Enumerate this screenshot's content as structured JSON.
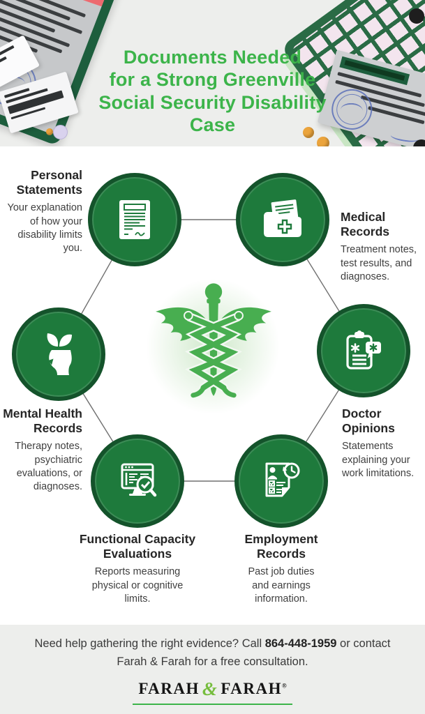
{
  "header": {
    "title": "Documents Needed\nfor a Strong Greenville\nSocial Security Disability\nCase",
    "decorations": [
      "clipboard-documents",
      "receipts",
      "pills",
      "keyboard",
      "stamped-document",
      "coins"
    ]
  },
  "center": {
    "icon": "caduceus-icon"
  },
  "items": [
    {
      "title": "Personal\nStatements",
      "description": "Your explanation\nof how your\ndisability limits\nyou.",
      "icon": "document-signature-icon"
    },
    {
      "title": "Medical\nRecords",
      "description": "Treatment notes,\ntest results, and\ndiagnoses.",
      "icon": "medical-folder-icon"
    },
    {
      "title": "Mental Health\nRecords",
      "description": "Therapy notes,\npsychiatric\nevaluations, or\ndiagnoses.",
      "icon": "mental-health-head-icon"
    },
    {
      "title": "Doctor\nOpinions",
      "description": "Statements\nexplaining your\nwork limitations.",
      "icon": "clipboard-opinion-icon"
    },
    {
      "title": "Functional Capacity\nEvaluations",
      "description": "Reports measuring\nphysical or cognitive\nlimits.",
      "icon": "evaluation-monitor-icon"
    },
    {
      "title": "Employment\nRecords",
      "description": "Past job duties\nand earnings\ninformation.",
      "icon": "employment-history-icon"
    }
  ],
  "footer": {
    "cta_before": "Need help gathering the right evidence? Call ",
    "phone": "864-448-1959",
    "cta_after": " or contact Farah & Farah for a free consultation.",
    "logo": {
      "first": "FARAH",
      "ampersand": "&",
      "second": "FARAH",
      "registered": "®"
    }
  },
  "colors": {
    "brand_green": "#3CB44A",
    "circle_fill": "#1E7A3C",
    "circle_ring": "#14532B",
    "caduceus_green": "#48AE50",
    "background_gray": "#EDEEEC",
    "text_dark": "#262626",
    "connector_gray": "#707070"
  }
}
